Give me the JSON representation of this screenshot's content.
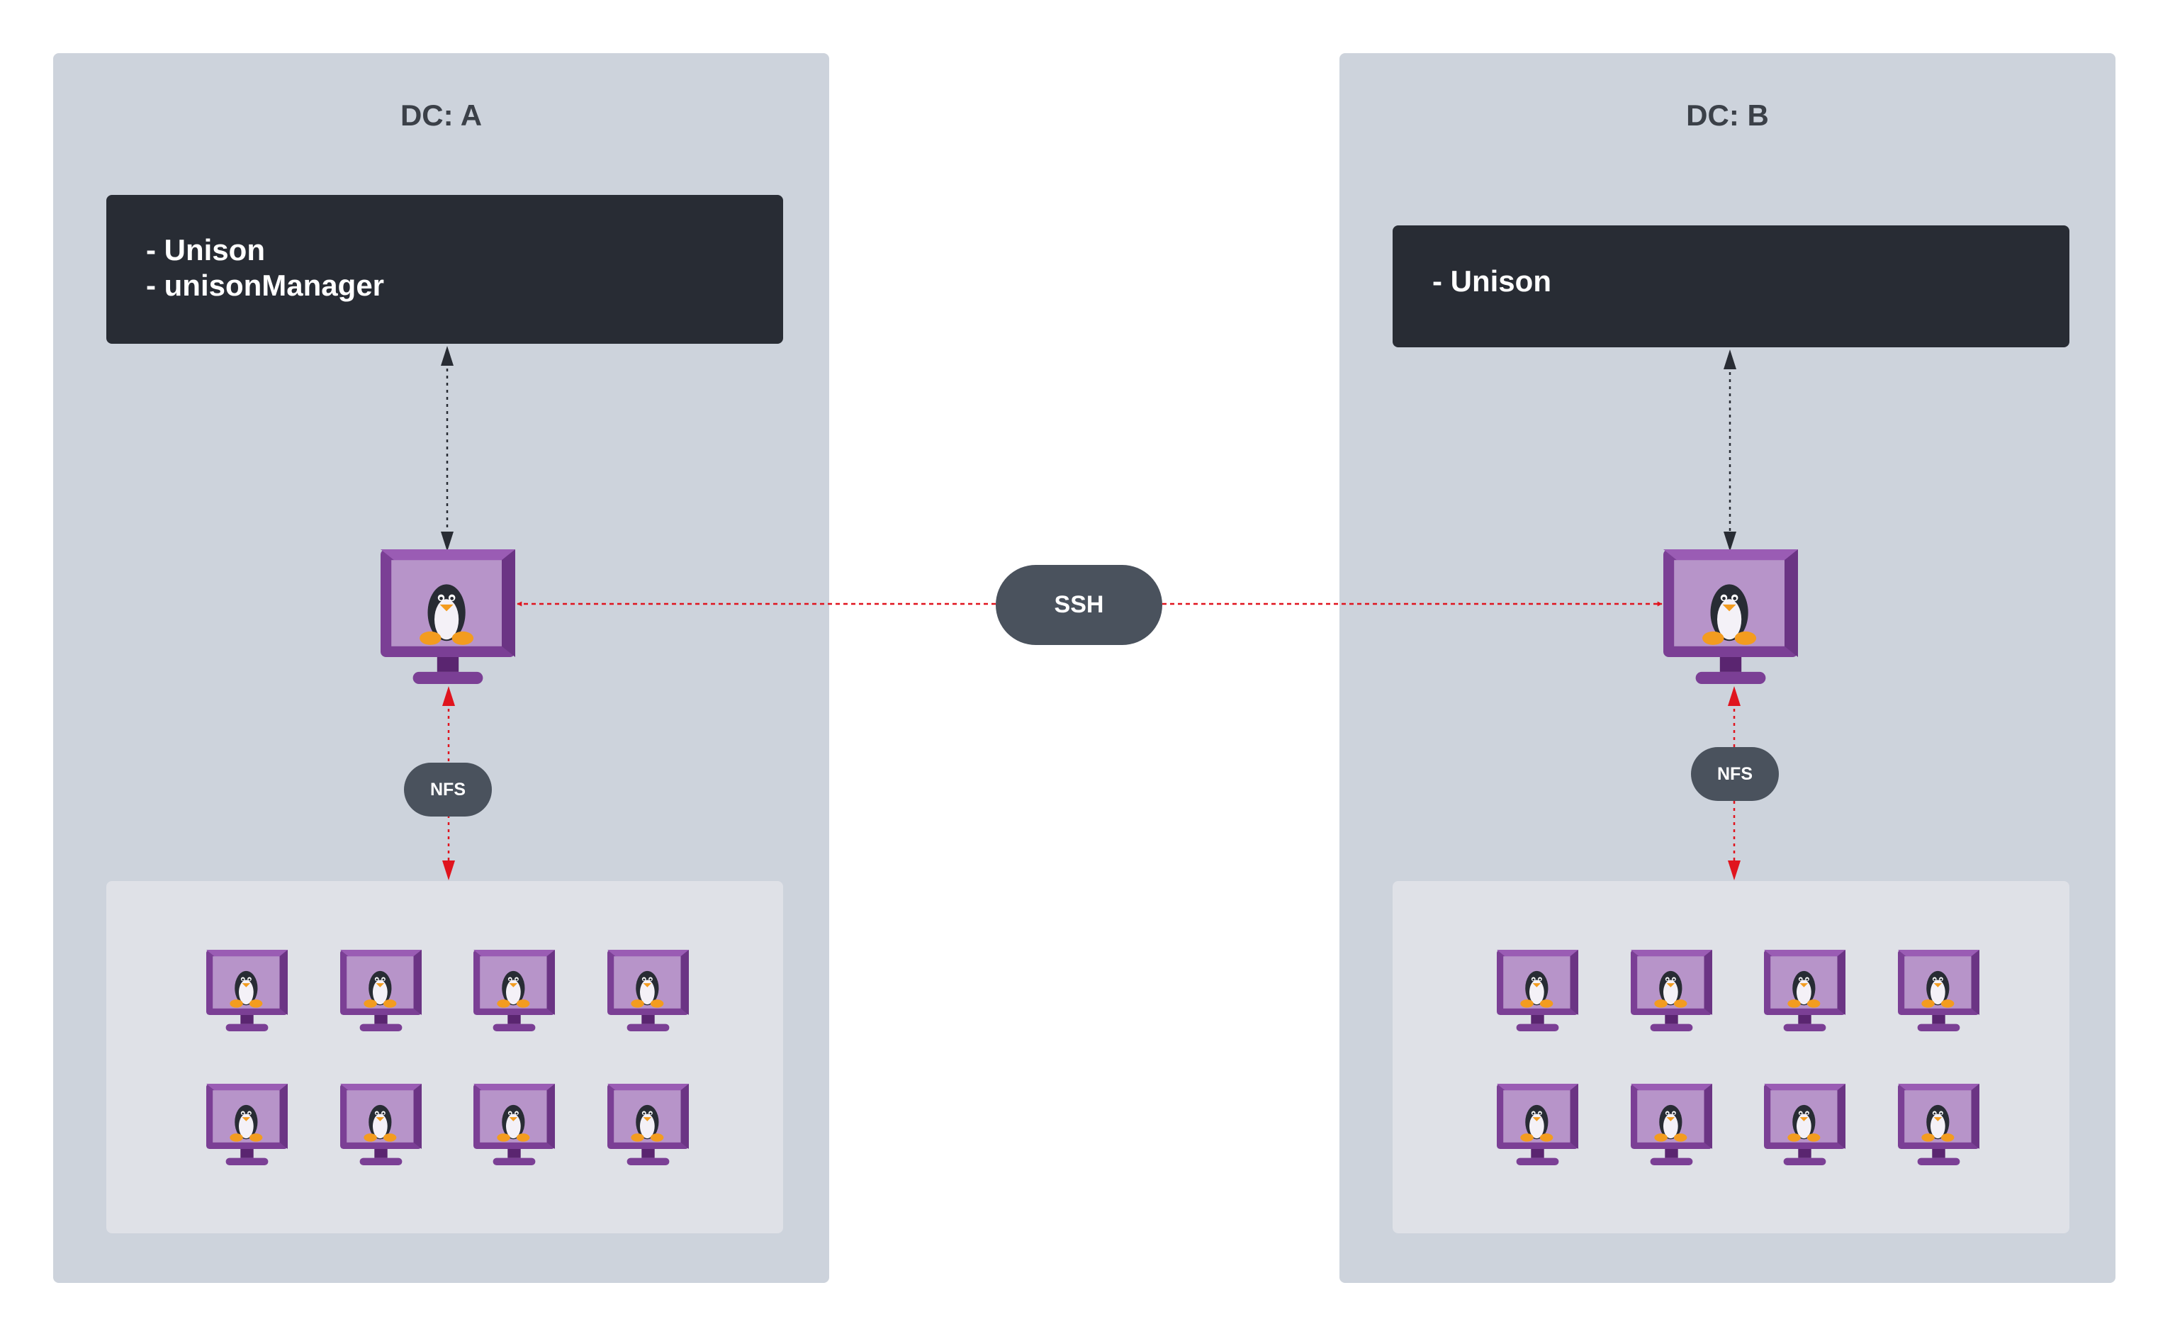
{
  "dc_a": {
    "title": "DC: A",
    "services": [
      "- Unison",
      "- unisonManager"
    ],
    "protocol": "NFS",
    "cluster_nodes": 8
  },
  "dc_b": {
    "title": "DC: B",
    "services": [
      "- Unison"
    ],
    "protocol": "NFS",
    "cluster_nodes": 8
  },
  "link": {
    "label": "SSH"
  },
  "colors": {
    "panel": "#cdd3dc",
    "info_box": "#282c34",
    "cluster_bg": "#dfe1e7",
    "pill": "#4a525d",
    "ssh_nfs_arrow": "#e0141e",
    "local_arrow": "#282c34",
    "monitor": "#8a4ea0"
  },
  "icons": {
    "host": "linux-computer-icon"
  }
}
